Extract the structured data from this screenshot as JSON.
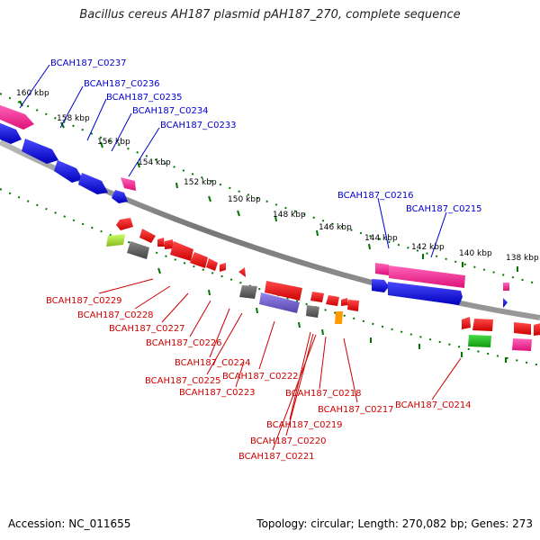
{
  "title": "Bacillus cereus AH187 plasmid pAH187_270, complete sequence",
  "footer": {
    "accession": "Accession: NC_011655",
    "summary": "Topology: circular; Length: 270,082 bp; Genes: 273"
  },
  "ticks": [
    "160 kbp",
    "158 kbp",
    "156 kbp",
    "154 kbp",
    "152 kbp",
    "150 kbp",
    "148 kbp",
    "146 kbp",
    "144 kbp",
    "142 kbp",
    "140 kbp",
    "138 kbp"
  ],
  "labels_top": [
    "BCAH187_C0237",
    "BCAH187_C0236",
    "BCAH187_C0235",
    "BCAH187_C0234",
    "BCAH187_C0233",
    "BCAH187_C0216",
    "BCAH187_C0215"
  ],
  "labels_bottom": [
    "BCAH187_C0229",
    "BCAH187_C0228",
    "BCAH187_C0227",
    "BCAH187_C0226",
    "BCAH187_C0224",
    "BCAH187_C0225",
    "BCAH187_C0222",
    "BCAH187_C0223",
    "BCAH187_C0218",
    "BCAH187_C0217",
    "BCAH187_C0219",
    "BCAH187_C0220",
    "BCAH187_C0221",
    "BCAH187_C0214"
  ],
  "colors": {
    "forward": "#0000dd",
    "reverse": "#ee0000",
    "magenta": "#ff3399",
    "gray": "#666666",
    "purple": "#7766cc",
    "orange": "#ff9900",
    "green": "#22bb22",
    "lime": "#aaee44",
    "tick": "#007700",
    "backbone": "#888888"
  }
}
